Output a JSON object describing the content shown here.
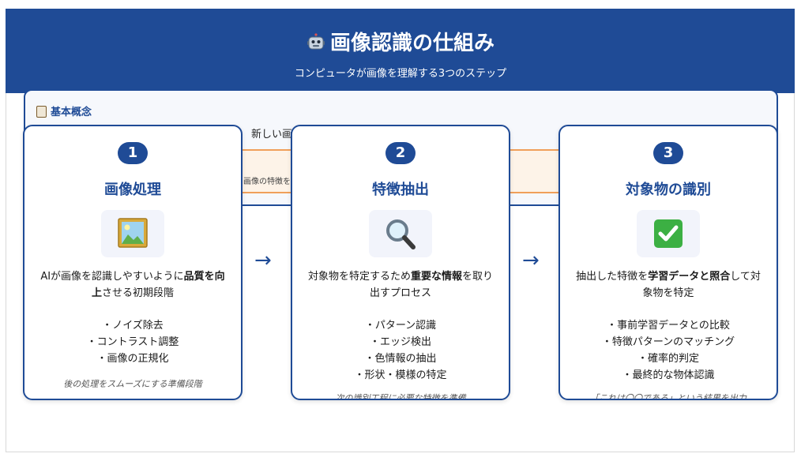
{
  "header": {
    "title": "画像認識の仕組み",
    "subtitle": "コンピュータが画像を理解する3つのステップ",
    "icon": "robot-icon"
  },
  "concept": {
    "title": "基本概念",
    "icon": "clipboard-icon",
    "text": "新しい画",
    "box_text": "画像の特徴を"
  },
  "steps": [
    {
      "number": "1",
      "title": "画像処理",
      "icon": "framed-picture-icon",
      "desc_pre": "AIが画像を認識しやすいように",
      "desc_bold": "品質を向上",
      "desc_post": "させる初期段階",
      "items": [
        "ノイズ除去",
        "コントラスト調整",
        "画像の正規化"
      ],
      "note": "後の処理をスムーズにする準備段階"
    },
    {
      "number": "2",
      "title": "特徴抽出",
      "icon": "magnifier-icon",
      "desc_pre": "対象物を特定するため",
      "desc_bold": "重要な情報",
      "desc_post": "を取り出すプロセス",
      "items": [
        "パターン認識",
        "エッジ検出",
        "色情報の抽出",
        "形状・模様の特定"
      ],
      "note": "次の識別工程に必要な特徴を準備"
    },
    {
      "number": "3",
      "title": "対象物の識別",
      "icon": "check-mark-icon",
      "desc_pre": "抽出した特徴を",
      "desc_bold": "学習データと照合",
      "desc_post": "して対象物を特定",
      "items": [
        "事前学習データとの比較",
        "特徴パターンのマッチング",
        "確率的判定",
        "最終的な物体認識"
      ],
      "note": "「これは〇〇である」という結果を出力"
    }
  ],
  "arrow": "→",
  "colors": {
    "primary": "#1f4b96",
    "accent": "#f0a05a",
    "check": "#3cb043"
  }
}
